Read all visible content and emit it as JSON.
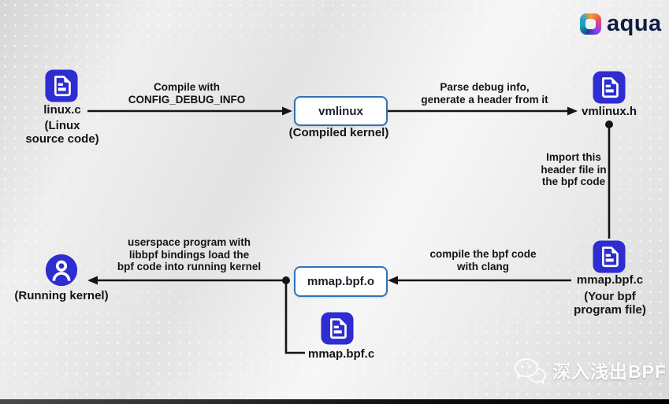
{
  "brand": {
    "name": "aqua"
  },
  "watermark": {
    "label": "深入浅出BPF"
  },
  "diagram": {
    "nodes": {
      "linux_c": {
        "title": "linux.c",
        "subtitle": "(Linux\nsource code)"
      },
      "vmlinux_box": {
        "title": "vmlinux",
        "subtitle": "(Compiled kernel)"
      },
      "vmlinux_h": {
        "title": "vmlinux.h"
      },
      "mmap_bpf_c": {
        "title": "mmap.bpf.c",
        "subtitle": "(Your bpf\nprogram file)"
      },
      "mmap_bpf_o_box": {
        "title": "mmap.bpf.o"
      },
      "mmap_bpf_c_source": {
        "title": "mmap.bpf.c"
      },
      "running_kernel": {
        "title": "(Running kernel)"
      }
    },
    "edges": {
      "compile_kernel": "Compile with\nCONFIG_DEBUG_INFO",
      "parse_debug": "Parse debug info,\ngenerate a header from it",
      "import_header": "Import this\nheader file in\nthe bpf code",
      "compile_clang": "compile the bpf code\nwith clang",
      "load_userspace": "userspace program with\nlibbpf bindings load the\nbpf code into running kernel"
    }
  },
  "colors": {
    "file_icon_blue": "#2d2dd2",
    "box_border_blue": "#2e74b5",
    "connector_black": "#141414",
    "brand_navy": "#0e1c3f",
    "brand_icon_segments": [
      "#f6a21d",
      "#e8486d",
      "#8a3ffc",
      "#1f3a93",
      "#12a5a5",
      "#2d9cdb"
    ]
  }
}
